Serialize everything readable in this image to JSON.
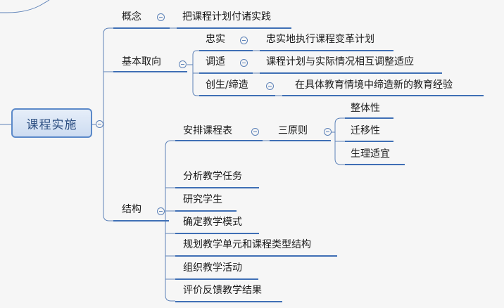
{
  "root": {
    "label": "课程实施"
  },
  "concept": {
    "label": "概念",
    "detail": "把课程计划付诸实践"
  },
  "orientation": {
    "label": "基本取向",
    "items": [
      {
        "label": "忠实",
        "detail": "忠实地执行课程变革计划"
      },
      {
        "label": "调适",
        "detail": "课程计划与实际情况相互调整适应"
      },
      {
        "label": "创生/缔造",
        "detail": "在具体教育情境中缔造新的教育经验"
      }
    ]
  },
  "structure": {
    "label": "结构",
    "schedule": {
      "label": "安排课程表",
      "principles": {
        "label": "三原则",
        "items": [
          "整体性",
          "迁移性",
          "生理适宜"
        ]
      }
    },
    "steps": [
      "分析教学任务",
      "研究学生",
      "确定教学模式",
      "规划教学单元和课程类型结构",
      "组织教学活动",
      "评价反馈教学结果"
    ]
  },
  "colors": {
    "line": "#5d82b8",
    "underline": "#3f6fb5",
    "root_border": "#5b89c9",
    "background": "#f6f6f6"
  }
}
